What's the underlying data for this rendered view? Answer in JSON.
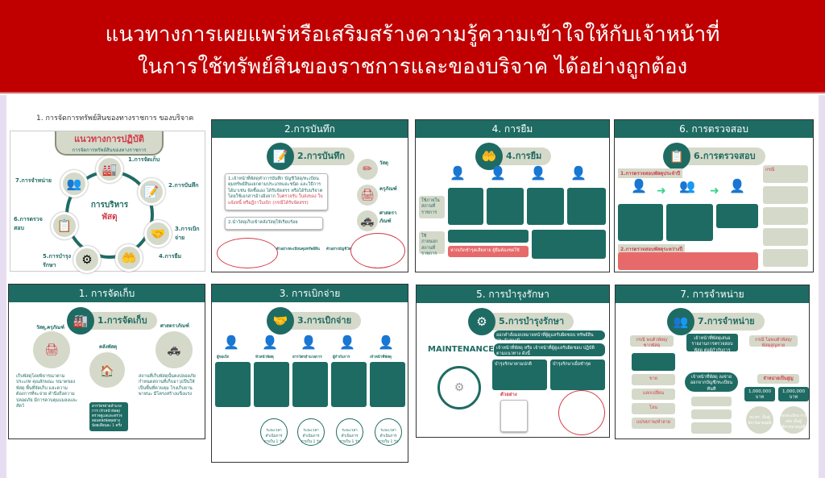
{
  "header": {
    "line1": "แนวทางการเผยแพร่หรือเสริมสร้างความรู้ความเข้าใจให้กับเจ้าหน้าที่",
    "line2": "ในการใช้ทรัพย์สินของราชการและของบริจาค ได้อย่างถูกต้อง"
  },
  "intro": {
    "caption": "1.  การจัดการทรัพย์สินของทางราชการ ของบริจาค",
    "banner_title": "แนวทางการปฏิบัติ",
    "banner_sub": "การจัดการทรัพย์สินของทางราชการ",
    "center1": "การบริหาร",
    "center2": "พัสดุ",
    "steps": [
      "1.การจัดเก็บ",
      "2.การบันทึก",
      "3.การเบิกจ่าย",
      "4.การยืม",
      "5.การบำรุงรักษา",
      "6.การตรวจสอบ",
      "7.การจำหน่าย"
    ]
  },
  "p2": {
    "header": "2.การบันทึก",
    "pill": "2.การบันทึก",
    "box1": "1.เจ้าหน้าที่พัสดุทำการบันทึก บัญชีวัสดุ/ทะเบียนคุมทรัพย์สินแยกตามประเภทและชนิด และวิธีการได้มาเช่น จัดซื้อเอง ได้รับจัดสรร หรือได้รับบริจาค โดยใช้เอกสารอ้างอิงจาก",
    "box1_red": "ใบตรวจรับ ใบส่งของ ใบแจ้งหนี้ หรือฎีกาใบเบิก (กรณีได้รับจัดสรร)",
    "box2": "2.นำวัสดุเก็บเข้าคลังวัสดุให้เรียบร้อย",
    "cat1": "วัสดุ",
    "cat2": "ครุภัณฑ์",
    "cat3": "ศาสตราภัณฑ์",
    "form1": "ตัวอย่างทะเบียนคุมทรัพย์สิน",
    "form2": "ตัวอย่างบัญชีวัสดุ"
  },
  "p4": {
    "header": "4. การยืม",
    "pill": "4.การยืม",
    "side1": "ใช้ภายในสถานที่ราชการ",
    "side2": "ใช้ภายนอกสถานที่ราชการ",
    "box_red": "หากเกิดชำรุดเสียหาย ผู้ยืมต้องชดใช้"
  },
  "p6": {
    "header": "6. การตรวจสอบ",
    "pill": "6.การตรวจสอบ",
    "sec1": "1.การตรวจสอบพัสดุประจำปี",
    "sec2": "2.การตรวจสอบพัสดุระหว่างปี",
    "case": "กรณี"
  },
  "p1": {
    "header": "1. การจัดเก็บ",
    "pill": "1.การจัดเก็บ",
    "left_title": "วัสดุ,ครุภัณฑ์",
    "center_title": "คลังพัสดุ",
    "right_title": "ศาสตราภัณฑ์",
    "left_text": "เก็บพัสดุโดยพิจารณาตามประเภท คุณลักษณะ ขนาดของพัสดุ พื้นที่จัดเก็บ และความต้องการที่จะจ่าย คำนึงถึงความปลอดภัย มีการควบคุมแมลงและสัตว์",
    "right_text": "สถานที่เก็บพัสดุนั้นคงปลอดภัย กำหนดสถานที่เก็บอาวุธปืนให้เป็นพื้นที่ควบคุม โรงเก็บยานพาหนะ มีโครงสร้างแข็งแรง",
    "center_box": "สารวัตรฝ่ายอำนวยการ (หัวหน้าพัสดุ) ตรวจดูแลและตรวจสอบคลังพัสดุอย่างน้อยเดือนละ 1 ครั้ง"
  },
  "p3": {
    "header": "3. การเบิกจ่าย",
    "pill": "3.การเบิกจ่าย",
    "roles": [
      "ผู้ขอเบิก",
      "หัวหน้าพัสดุ",
      "สารวัตรอำนวยการ",
      "ผู้กำกับการ",
      "เจ้าหน้าที่พัสดุ"
    ],
    "time": "ระยะเวลาดำเนินการ ภายใน 1 วัน"
  },
  "p5": {
    "header": "5. การบำรุงรักษา",
    "pill": "5.การบำรุงรักษา",
    "maintenance": "MAINTENANCE",
    "box1": "ออกคำสั่งมอบหมายหน้าที่ผู้ดูแลรับผิดชอบ ทรัพย์สินประจำสถานี",
    "box2": "เจ้าหน้าที่พัสดุ หรือ เจ้าหน้าที่ผู้ดูแลรับผิดชอบ ปฏิบัติตามแนวทาง ดังนี้",
    "box3": "บำรุงรักษาตามปกติ",
    "box4": "บำรุงรักษาเมื่อชำรุด",
    "sample": "ตัวอย่าง"
  },
  "p7": {
    "header": "7. การจำหน่าย",
    "pill": "7.การจำหน่าย",
    "center_top": "เจ้าหน้าที่พัสดุเสนอรายงานการตรวจสอบพัสดุ ต่อผู้กำกับการสถานี",
    "case_left": "กรณี พบตัวพัสดุ/ซากพัสดุ",
    "case_right": "กรณี ไม่พบตัวพัสดุ/พัสดุสูญหาย",
    "center_mid": "เจ้าหน้าที่พัสดุ ลงจ่ายออกจากบัญชี/ทะเบียน ทันที",
    "write_off": "จำหน่ายเป็นสูญ",
    "methods": [
      "ขาย",
      "แลกเปลี่ยน",
      "โอน",
      "แปรสภาพ/ทำลาย"
    ],
    "auth1": "ผบ.ตร. เป็นผู้พิจารณาอนุมัติ",
    "auth2": "กองทะเบียน การคลัง เป็นผู้พิจารณาอนุมัติ",
    "limit": "1,000,000 บาท"
  }
}
